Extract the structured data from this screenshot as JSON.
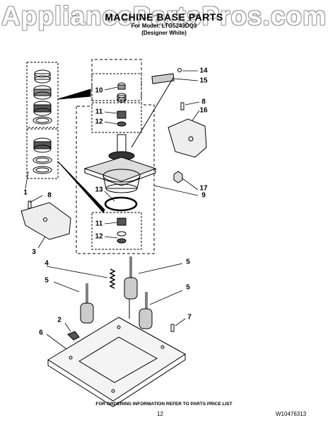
{
  "watermark": "AppliancePartsPros.com",
  "header": {
    "title": "MACHINE BASE PARTS",
    "model_line": "For Model: LTG5243DQ3",
    "color_line": "(Designer White)"
  },
  "callouts": {
    "c1": "1",
    "c2": "2",
    "c3": "3",
    "c4": "4",
    "c5a": "5",
    "c5b": "5",
    "c5c": "5",
    "c6": "6",
    "c7": "7",
    "c8a": "8",
    "c8b": "8",
    "c9": "9",
    "c10": "10",
    "c11a": "11",
    "c11b": "11",
    "c12a": "12",
    "c12b": "12",
    "c13": "13",
    "c14": "14",
    "c15": "15",
    "c16": "16",
    "c17": "17"
  },
  "footer": {
    "ordering_note": "FOR ORDERING INFORMATION REFER TO PARTS PRICE LIST",
    "page_number": "12",
    "doc_code": "W10476313"
  }
}
